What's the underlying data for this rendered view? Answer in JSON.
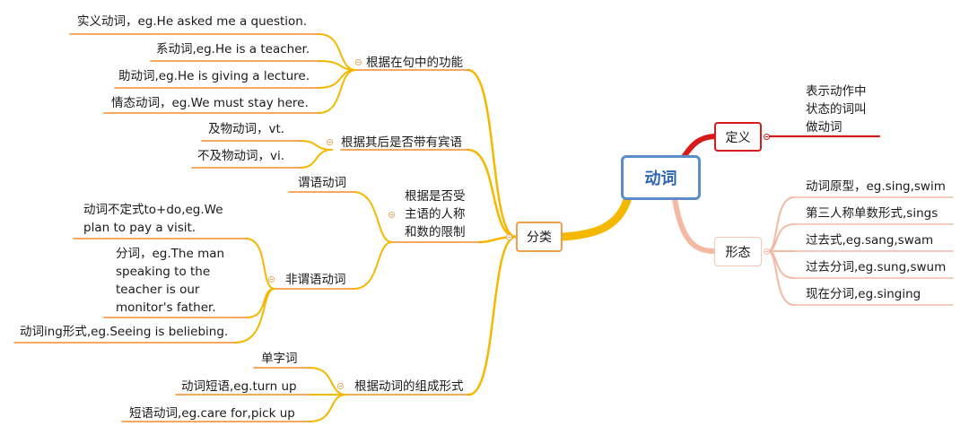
{
  "central": "动词",
  "main_branches": {
    "fenlei": "分类",
    "dingyi": "定义",
    "xingtai": "形态"
  },
  "definition_text": "表示动作中状态的词叫做动词",
  "fenlei_groups": {
    "function": {
      "label": "根据在句中的功能",
      "items": [
        "实义动词，eg.He asked me a question.",
        "系动词,eg.He is a teacher.",
        "助动词,eg.He is giving a lecture.",
        "情态动词，eg.We must stay here."
      ]
    },
    "object": {
      "label": "根据其后是否带有宾语",
      "items": [
        "及物动词，vt.",
        "不及物动词，vi."
      ]
    },
    "person": {
      "label": "根据是否受主语的人称和数的限制",
      "predicate": "谓语动词",
      "nonpredicate": "非谓语动词",
      "nonpredicate_items": [
        "动词不定式to+do,eg.We plan to pay a visit.",
        "分词，eg.The man speaking to the teacher is our monitor's father.",
        "动词ing形式,eg.Seeing is beliebing."
      ]
    },
    "form": {
      "label": "根据动词的组成形式",
      "items": [
        "单字词",
        "动词短语,eg.turn up",
        "短语动词,eg.care for,pick up"
      ]
    }
  },
  "xingtai_items": [
    "动词原型，eg.sing,swim",
    "第三人称单数形式,sings",
    "过去式,eg.sang,swam",
    "过去分词,eg.sung,swum",
    "现在分词,eg.singing"
  ],
  "colors": {
    "orange_branch": "#f5b800",
    "orange_underline": "#f08c2b",
    "red_branch": "#d71a1a",
    "pink_branch": "#f3b9a3",
    "central_border": "#5b8ec9"
  }
}
